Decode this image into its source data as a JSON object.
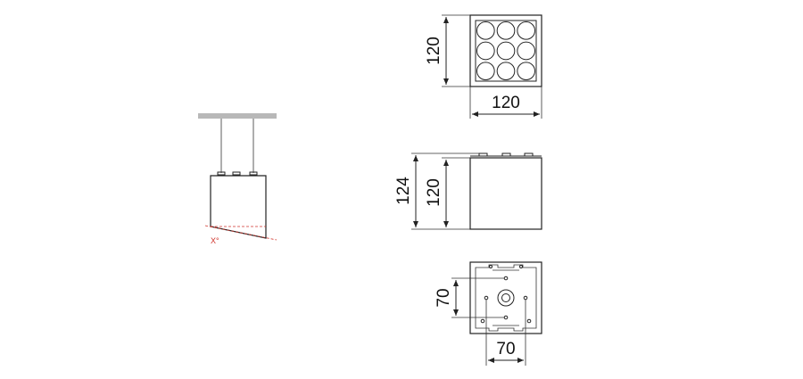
{
  "side_view": {
    "angle_label": "X°",
    "colors": {
      "ceiling": "#b8b8b8",
      "angle": "#d0342c",
      "line": "#222222"
    }
  },
  "top_view": {
    "width_label": "120",
    "height_label": "120",
    "led_grid": {
      "rows": 3,
      "cols": 3
    }
  },
  "front_view": {
    "overall_height_label": "124",
    "body_height_label": "120"
  },
  "bottom_view": {
    "hole_spacing_vertical_label": "70",
    "hole_spacing_horizontal_label": "70"
  }
}
